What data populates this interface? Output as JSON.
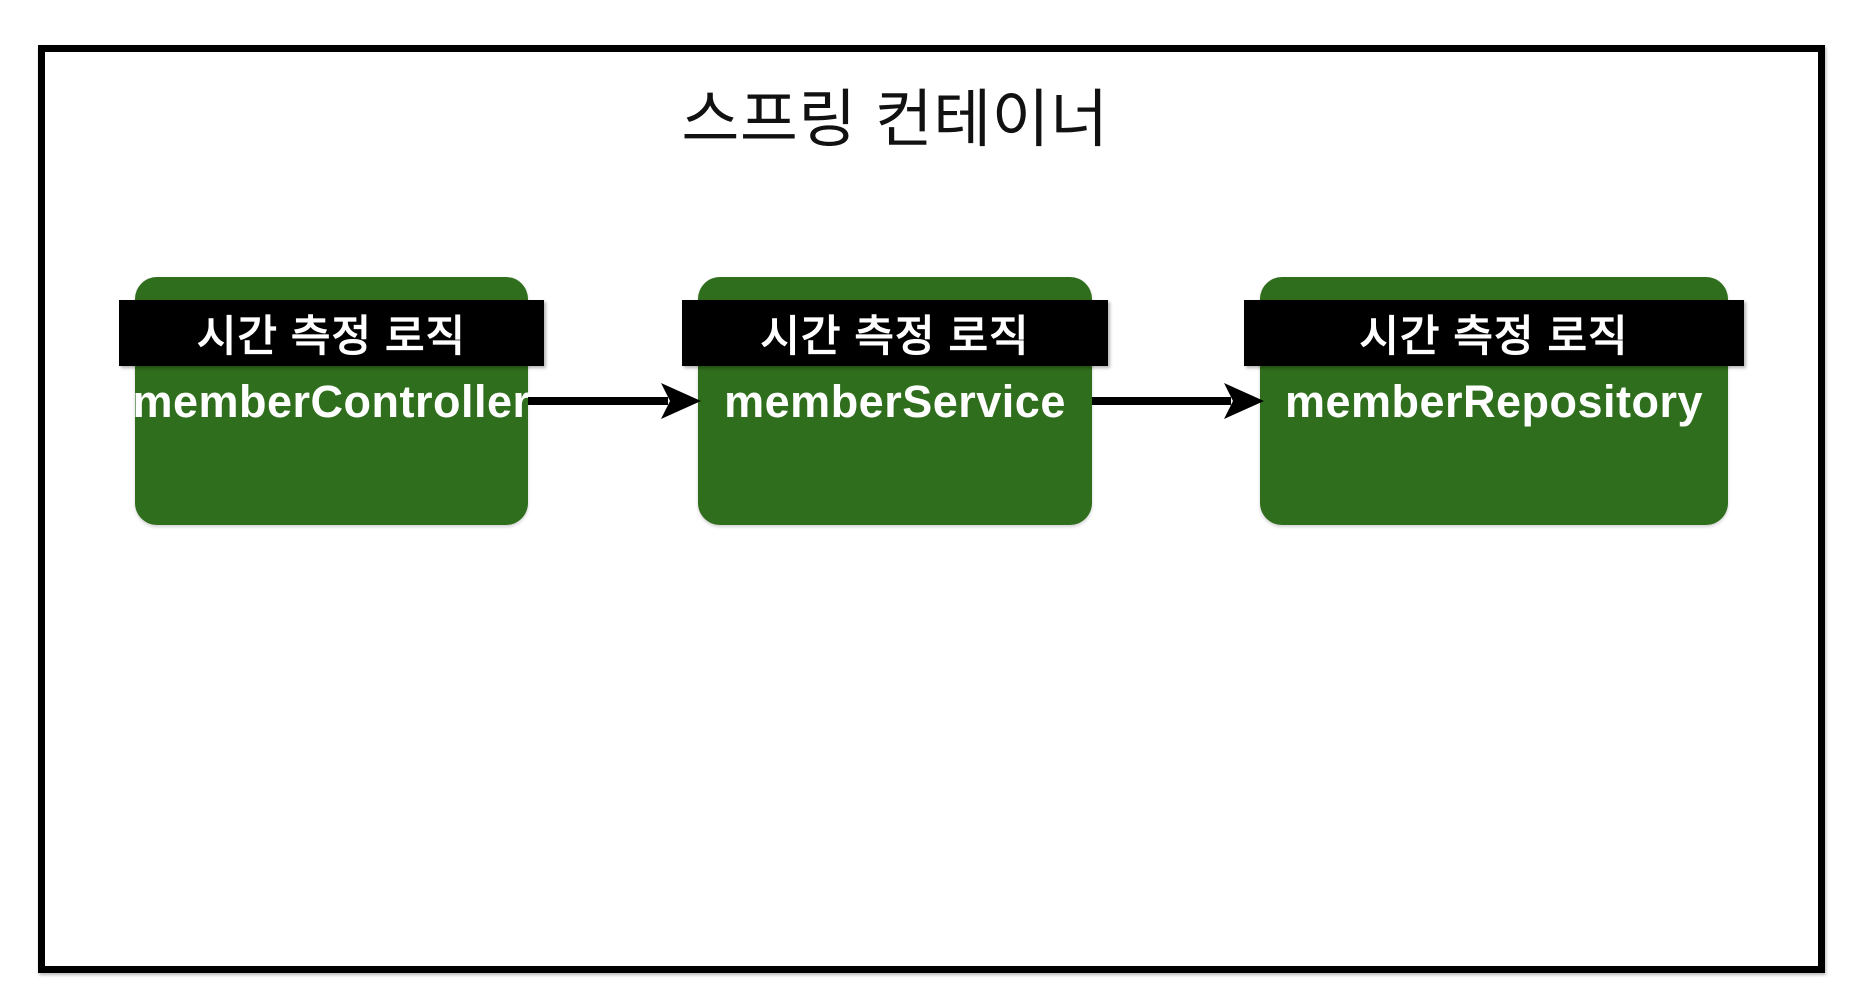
{
  "frame": {
    "title": "스프링 컨테이너"
  },
  "nodes": [
    {
      "id": "memberController",
      "badge": "시간 측정 로직",
      "label": "memberController"
    },
    {
      "id": "memberService",
      "badge": "시간 측정 로직",
      "label": "memberService"
    },
    {
      "id": "memberRepository",
      "badge": "시간 측정 로직",
      "label": "memberRepository"
    }
  ],
  "edges": [
    {
      "from": "memberController",
      "to": "memberService"
    },
    {
      "from": "memberService",
      "to": "memberRepository"
    }
  ],
  "colors": {
    "node_green": "#2F6E1C",
    "banner_black": "#000000",
    "text_white": "#FFFFFF",
    "frame_black": "#000000",
    "title_black": "#111111",
    "arrow_black": "#000000",
    "background_white": "#FFFFFF"
  }
}
